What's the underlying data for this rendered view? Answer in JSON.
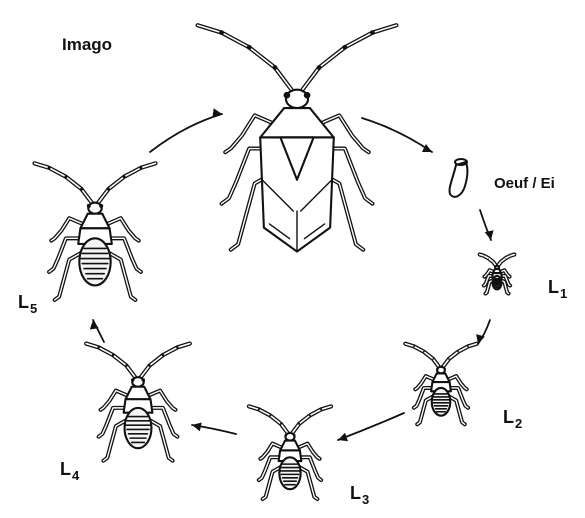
{
  "labels": {
    "imago": "Imago",
    "egg": "Oeuf / Ei",
    "l1": {
      "main": "L",
      "sub": "1"
    },
    "l2": {
      "main": "L",
      "sub": "2"
    },
    "l3": {
      "main": "L",
      "sub": "3"
    },
    "l4": {
      "main": "L",
      "sub": "4"
    },
    "l5": {
      "main": "L",
      "sub": "5"
    }
  },
  "colors": {
    "ink": "#111111",
    "belly": "#f4f4f4",
    "background": "#ffffff"
  }
}
